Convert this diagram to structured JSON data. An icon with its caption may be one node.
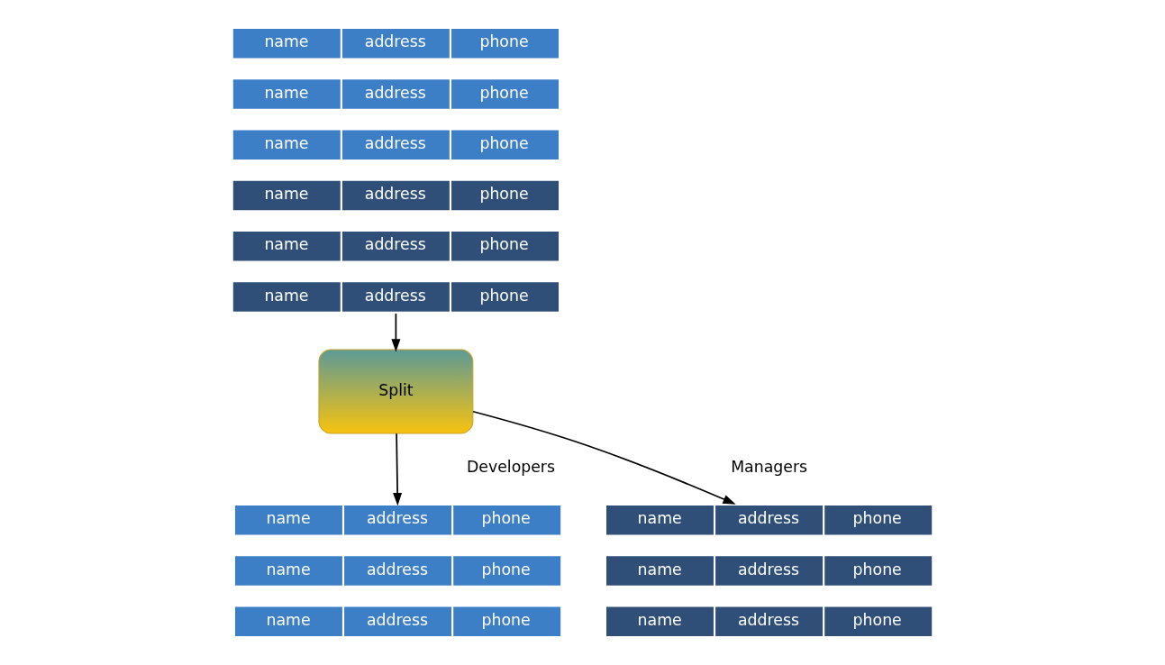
{
  "diagram": {
    "nodes": [
      {
        "text": [
          "name",
          "address",
          "phone"
        ]
      },
      {
        "text": [
          "name",
          "address",
          "phone"
        ]
      },
      {
        "text": [
          "name",
          "address",
          "phone"
        ]
      },
      {
        "text": [
          "name",
          "address",
          "phone"
        ]
      },
      {
        "text": [
          "name",
          "address",
          "phone"
        ]
      },
      {
        "text": [
          "name",
          "address",
          "phone"
        ]
      },
      {
        "text": [
          "Split"
        ]
      },
      {
        "text": [
          "name",
          "address",
          "phone"
        ],
        "beside": [
          "Developers"
        ]
      },
      {
        "text": [
          "name",
          "address",
          "phone"
        ]
      },
      {
        "text": [
          "name",
          "address",
          "phone"
        ]
      },
      {
        "text": [
          "name",
          "address",
          "phone"
        ],
        "beside": [
          "Managers"
        ]
      },
      {
        "text": [
          "name",
          "address",
          "phone"
        ]
      },
      {
        "text": [
          "name",
          "address",
          "phone"
        ]
      }
    ],
    "edges": [
      {
        "from": 5,
        "to": 6,
        "arrow": "to"
      },
      {
        "from": 6,
        "to": 7,
        "arrow": "to"
      },
      {
        "from": 6,
        "to": 10,
        "arrow": "to"
      }
    ]
  }
}
